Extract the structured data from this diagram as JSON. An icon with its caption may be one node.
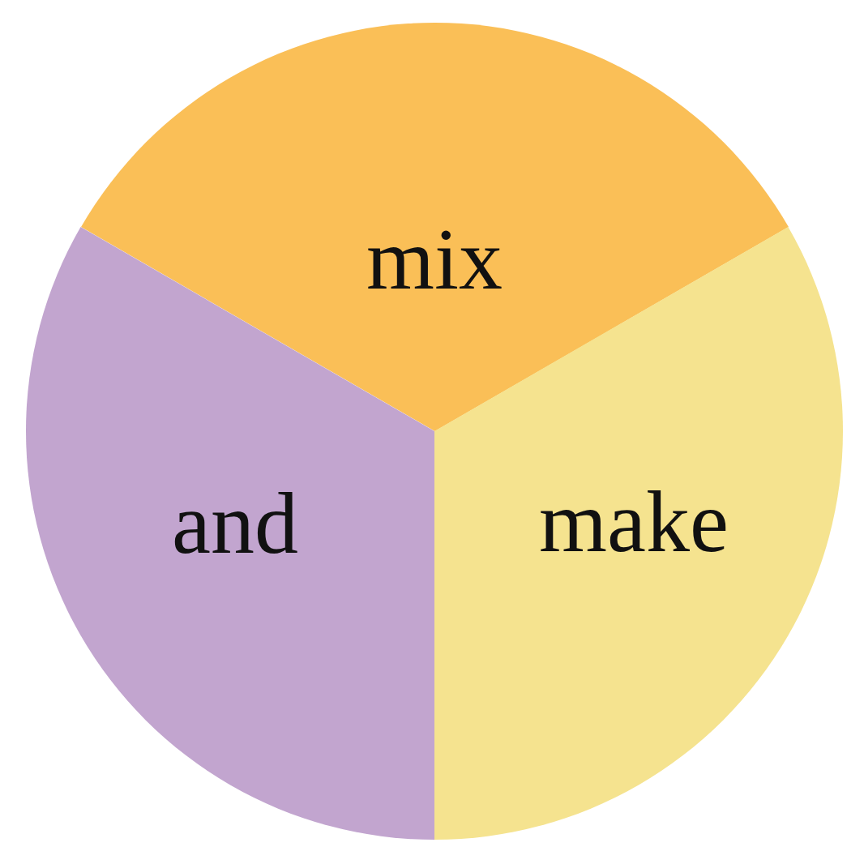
{
  "diagram": {
    "nodes": [
      {
        "text": [
          "mix"
        ]
      },
      {
        "text": [
          "make"
        ]
      },
      {
        "text": [
          "and"
        ]
      }
    ]
  }
}
